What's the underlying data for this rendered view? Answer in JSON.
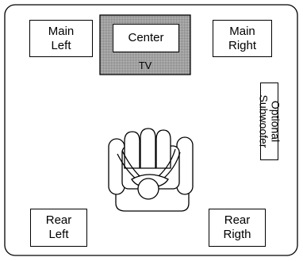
{
  "speakers": {
    "main_left": {
      "line1": "Main",
      "line2": "Left"
    },
    "center": {
      "label": "Center"
    },
    "main_right": {
      "line1": "Main",
      "line2": "Right"
    },
    "subwoofer": {
      "line1": "Optional",
      "line2": "Subwoofer"
    },
    "rear_left": {
      "line1": "Rear",
      "line2": "Left"
    },
    "rear_right": {
      "line1": "Rear",
      "line2": "Rigth"
    }
  },
  "tv": {
    "label": "TV"
  },
  "colors": {
    "room_border": "#000000",
    "tv_fill": "#9a9a9a",
    "background": "#ffffff"
  }
}
